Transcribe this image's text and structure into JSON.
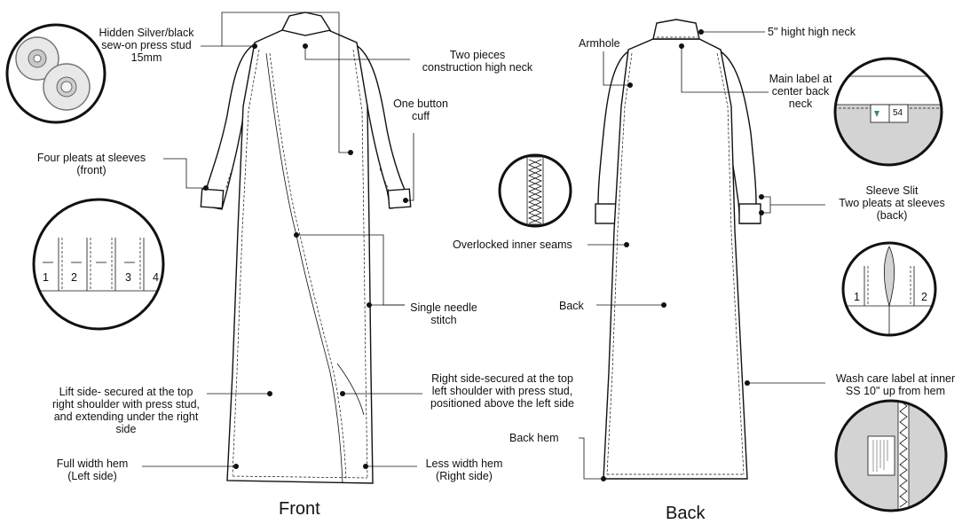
{
  "front": {
    "title": "Front",
    "callouts": {
      "press_stud": [
        "Hidden Silver/black",
        "sew-on press stud",
        "15mm"
      ],
      "high_neck": [
        "Two pieces",
        "construction high neck"
      ],
      "cuff": [
        "One button",
        "cuff"
      ],
      "pleats": [
        "Four pleats at sleeves",
        "(front)"
      ],
      "single_needle": [
        "Single needle",
        "stitch"
      ],
      "left_side": [
        "Lift side- secured at the top",
        "right shoulder with press stud,",
        "and extending under the right",
        "side"
      ],
      "right_side": [
        "Right side-secured at the top",
        "left shoulder with press stud,",
        "positioned above the left side"
      ],
      "full_hem": [
        "Full width hem",
        "(Left side)"
      ],
      "less_hem": [
        "Less width hem",
        "(Right side)"
      ]
    },
    "pleat_numbers": [
      "1",
      "2",
      "3",
      "4"
    ]
  },
  "back": {
    "title": "Back",
    "callouts": {
      "high_neck": "5\" hight high neck",
      "armhole": "Armhole",
      "main_label": [
        "Main label at",
        "center back",
        "neck"
      ],
      "sleeve_slit": [
        "Sleeve Slit",
        "Two pleats at sleeves",
        "(back)"
      ],
      "overlock": "Overlocked inner seams",
      "back": "Back",
      "wash_care": [
        "Wash care label at inner",
        "SS 10\" up from hem"
      ],
      "back_hem": "Back hem"
    },
    "label_size": "54",
    "pleat_numbers": [
      "1",
      "2"
    ]
  },
  "colors": {
    "line": "#111111",
    "detail_fill": "#d3d3d3",
    "label_accent": "#3a8f5a"
  }
}
